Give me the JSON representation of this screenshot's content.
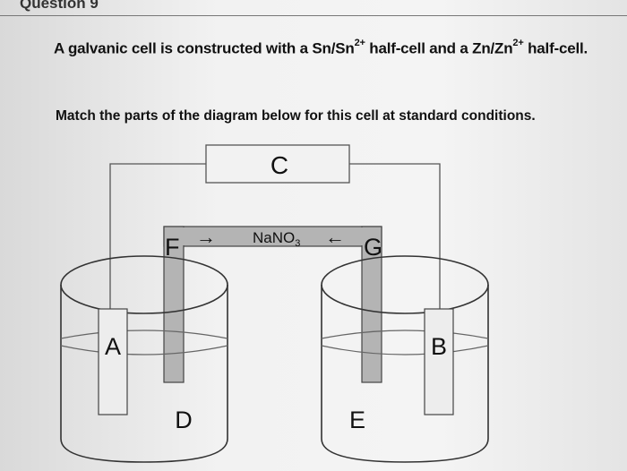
{
  "header": {
    "title": "Question 9"
  },
  "question": {
    "text_part1": "A galvanic cell is constructed with a Sn/Sn",
    "superscript1": "2+",
    "text_part2": " half-cell and a Zn/Zn",
    "superscript2": "2+",
    "text_part3": " half-cell."
  },
  "instruction": "Match the parts of the diagram below for this cell at standard conditions.",
  "diagram": {
    "labels": {
      "C": "C",
      "F": "F",
      "G": "G",
      "A": "A",
      "B": "B",
      "D": "D",
      "E": "E"
    },
    "salt_bridge_main": "NaNO",
    "salt_bridge_sub": "3",
    "arrow_right": "→",
    "arrow_left": "←"
  }
}
